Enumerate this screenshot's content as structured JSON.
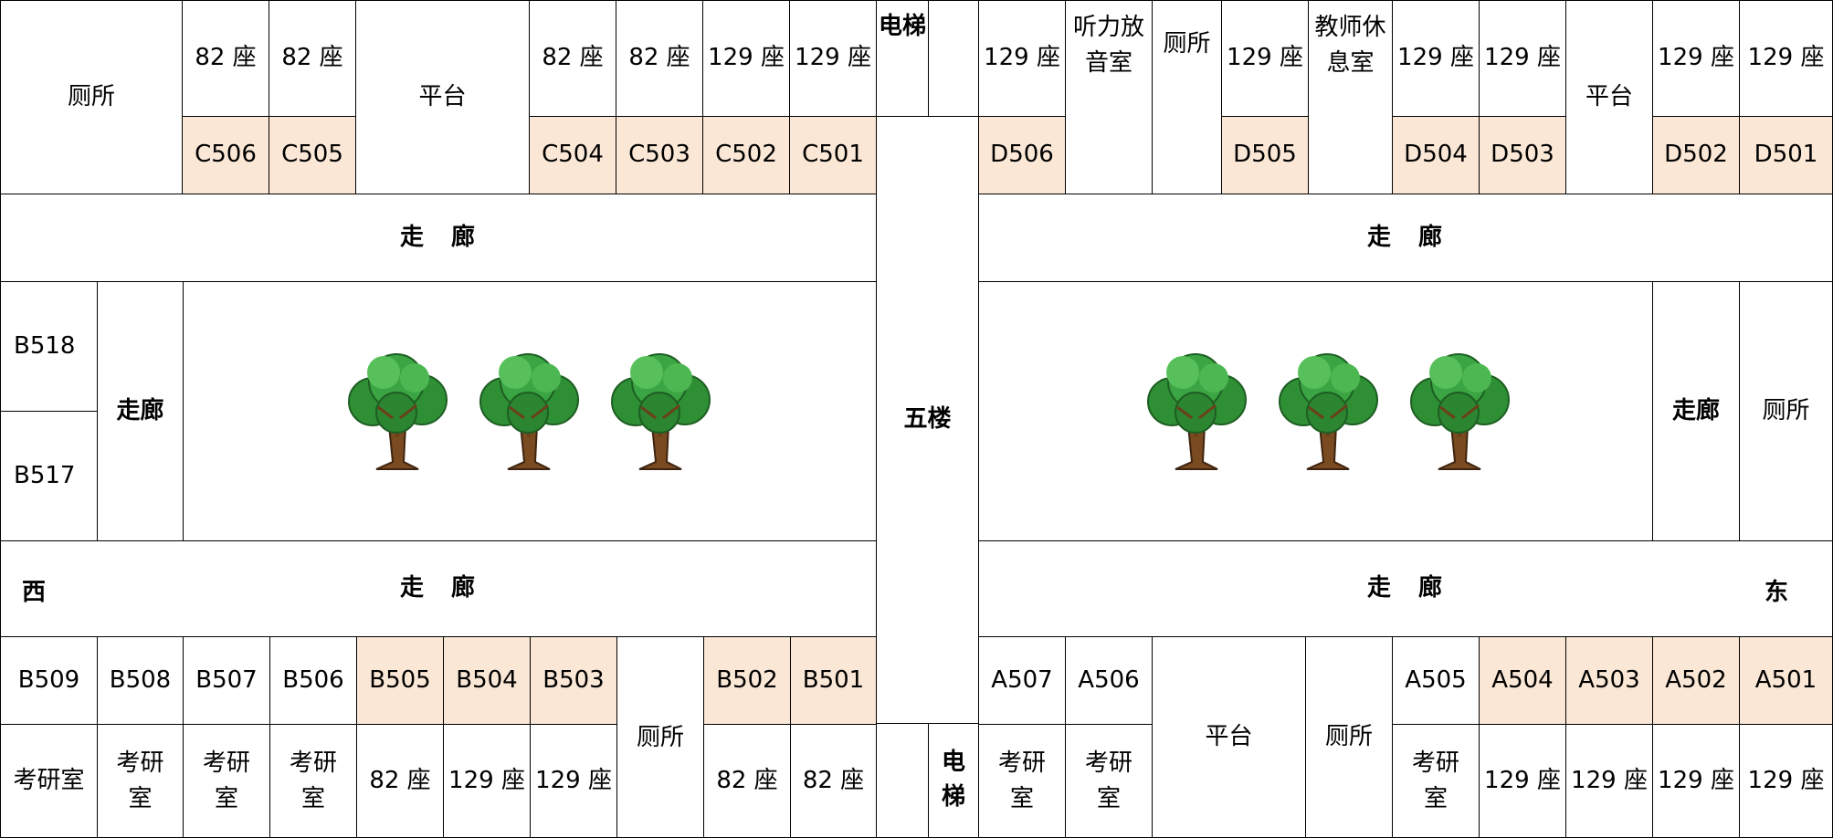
{
  "floor_label": "五楼",
  "directions": {
    "west": "西",
    "east": "东"
  },
  "corridors": {
    "north_west": "走　廊",
    "north_east": "走　廊",
    "south_west": "走　廊",
    "south_east": "走　廊",
    "west_inner": "走廊",
    "east_inner": "走廊"
  },
  "c_wing": {
    "restroom": "厕所",
    "platform": "平台",
    "elevator": "电梯",
    "rooms": [
      {
        "code": "C506",
        "seats": "82 座"
      },
      {
        "code": "C505",
        "seats": "82 座"
      },
      {
        "code": "C504",
        "seats": "82 座"
      },
      {
        "code": "C503",
        "seats": "82 座"
      },
      {
        "code": "C502",
        "seats": "129 座"
      },
      {
        "code": "C501",
        "seats": "129 座"
      }
    ]
  },
  "d_wing": {
    "listening_room": "听力放音室",
    "restroom": "厕所",
    "teacher_lounge": "教师休息室",
    "platform": "平台",
    "rooms": [
      {
        "code": "D506",
        "seats": "129 座"
      },
      {
        "code": "D505",
        "seats": "129 座"
      },
      {
        "code": "D504",
        "seats": "129 座"
      },
      {
        "code": "D503",
        "seats": "129 座"
      },
      {
        "code": "D502",
        "seats": "129 座"
      },
      {
        "code": "D501",
        "seats": "129 座"
      }
    ]
  },
  "west_side": {
    "rooms": [
      "B518",
      "B517"
    ]
  },
  "east_side": {
    "restroom": "厕所"
  },
  "b_wing": {
    "restroom": "厕所",
    "elevator": "电梯",
    "rooms": [
      {
        "code": "B509",
        "use": "考研室"
      },
      {
        "code": "B508",
        "use": "考研室"
      },
      {
        "code": "B507",
        "use": "考研室"
      },
      {
        "code": "B506",
        "use": "考研室"
      },
      {
        "code": "B505",
        "use": "82 座"
      },
      {
        "code": "B504",
        "use": "129 座"
      },
      {
        "code": "B503",
        "use": "129 座"
      },
      {
        "code": "B502",
        "use": "82 座"
      },
      {
        "code": "B501",
        "use": "82 座"
      }
    ]
  },
  "a_wing": {
    "platform": "平台",
    "restroom": "厕所",
    "rooms": [
      {
        "code": "A507",
        "use": "考研室"
      },
      {
        "code": "A506",
        "use": "考研室"
      },
      {
        "code": "A505",
        "use": "考研室"
      },
      {
        "code": "A504",
        "use": "129 座"
      },
      {
        "code": "A503",
        "use": "129 座"
      },
      {
        "code": "A502",
        "use": "129 座"
      },
      {
        "code": "A501",
        "use": "129 座"
      }
    ]
  },
  "colors": {
    "highlight": "#fbe7d6",
    "leaf": "#2f9a3a",
    "trunk": "#7a4a20"
  },
  "decorations": {
    "tree_icon": "tree-icon"
  }
}
